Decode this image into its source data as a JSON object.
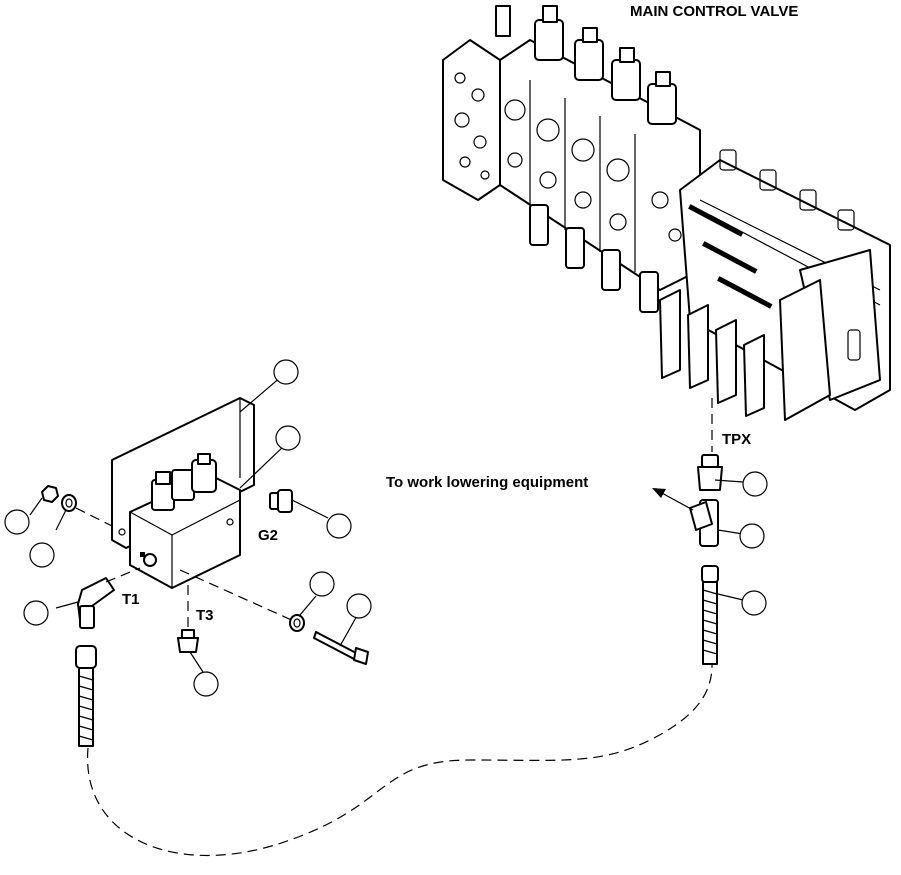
{
  "labels": {
    "main_control_valve": "MAIN CONTROL VALVE",
    "tpx": "TPX",
    "work_lowering": "To work lowering equipment",
    "g2": "G2",
    "t1": "T1",
    "t3": "T3"
  },
  "callouts": [
    "",
    "",
    "",
    "",
    "",
    "",
    "",
    "",
    "",
    "",
    "",
    ""
  ]
}
